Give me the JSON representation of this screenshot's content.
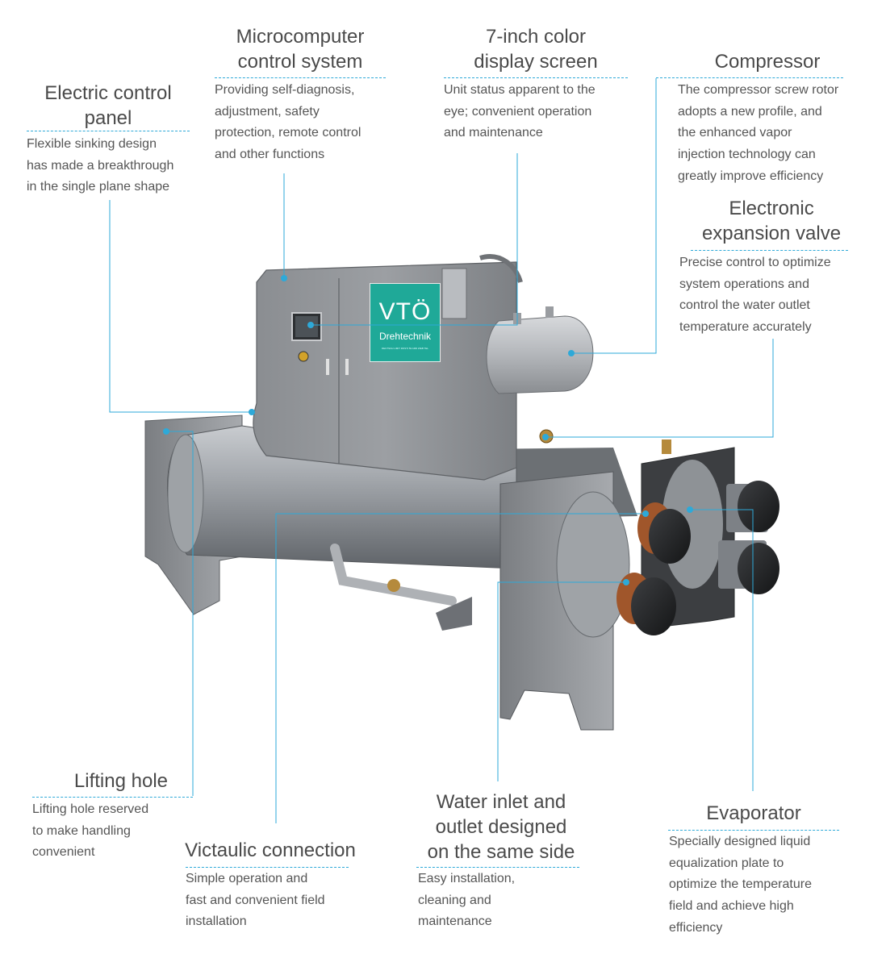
{
  "accent_color": "#2ea9d8",
  "logo": {
    "name": "VTÖ",
    "subtitle": "Drehtechnik",
    "fine_print": "DEUTSCH LIMIT ROSTI 59 ARD WEB TEL"
  },
  "callouts": {
    "electric_control_panel": {
      "title": [
        "Electric control",
        "panel"
      ],
      "desc": [
        "Flexible sinking design",
        "has made a breakthrough",
        "in the single plane shape"
      ]
    },
    "microcomputer": {
      "title": [
        "Microcomputer",
        "control system"
      ],
      "desc": [
        "Providing self-diagnosis,",
        "adjustment, safety",
        "protection, remote control",
        "and other functions"
      ]
    },
    "display": {
      "title": [
        "7-inch color",
        "display screen"
      ],
      "desc": [
        "Unit status apparent to the",
        "eye; convenient operation",
        "and maintenance"
      ]
    },
    "compressor": {
      "title": [
        "Compressor"
      ],
      "desc": [
        "The compressor screw rotor",
        "adopts a new profile, and",
        "the enhanced vapor",
        "injection technology can",
        "greatly improve efficiency"
      ]
    },
    "expansion_valve": {
      "title": [
        "Electronic",
        "expansion valve"
      ],
      "desc": [
        "Precise control to optimize",
        "system operations and",
        "control the water outlet",
        "temperature accurately"
      ]
    },
    "lifting_hole": {
      "title": [
        "Lifting hole"
      ],
      "desc": [
        "Lifting hole reserved",
        "to make handling",
        "convenient"
      ]
    },
    "victaulic": {
      "title": [
        "Victaulic connection"
      ],
      "desc": [
        "Simple operation and",
        "fast and convenient field",
        "installation"
      ]
    },
    "water_inlet": {
      "title": [
        "Water inlet and",
        "outlet designed",
        "on the same side"
      ],
      "desc": [
        "Easy installation,",
        "cleaning and",
        "maintenance"
      ]
    },
    "evaporator": {
      "title": [
        "Evaporator"
      ],
      "desc": [
        "Specially designed liquid",
        "equalization plate to",
        "optimize the temperature",
        "field and achieve high",
        "efficiency"
      ]
    }
  }
}
